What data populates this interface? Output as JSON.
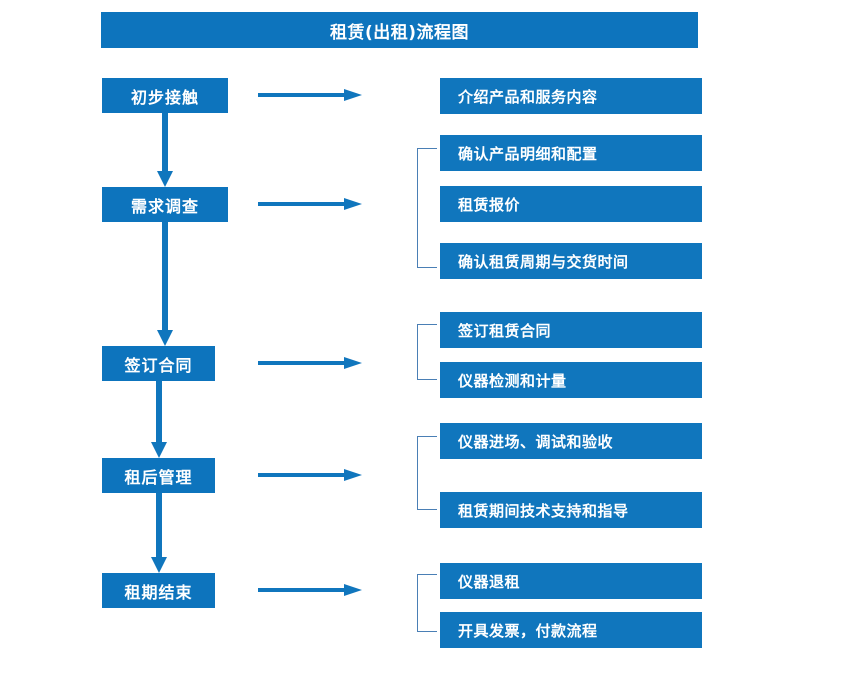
{
  "title": "租赁(出租)流程图",
  "colors": {
    "box_blue": "#0d74bd",
    "detail_blue": "#1076bd",
    "arrow_blue": "#1076bd",
    "bracket_blue": "#4a7fb5",
    "text_white": "#ffffff",
    "background": "#ffffff"
  },
  "stages": [
    {
      "label": "初步接触"
    },
    {
      "label": "需求调查"
    },
    {
      "label": "签订合同"
    },
    {
      "label": "租后管理"
    },
    {
      "label": "租期结束"
    }
  ],
  "details": {
    "group1": [
      {
        "label": "介绍产品和服务内容"
      }
    ],
    "group2": [
      {
        "label": "确认产品明细和配置"
      },
      {
        "label": "租赁报价"
      },
      {
        "label": "确认租赁周期与交货时间"
      }
    ],
    "group3": [
      {
        "label": "签订租赁合同"
      },
      {
        "label": "仪器检测和计量"
      }
    ],
    "group4": [
      {
        "label": "仪器进场、调试和验收"
      },
      {
        "label": "租赁期间技术支持和指导"
      }
    ],
    "group5": [
      {
        "label": "仪器退租"
      },
      {
        "label": "开具发票，付款流程"
      }
    ]
  }
}
